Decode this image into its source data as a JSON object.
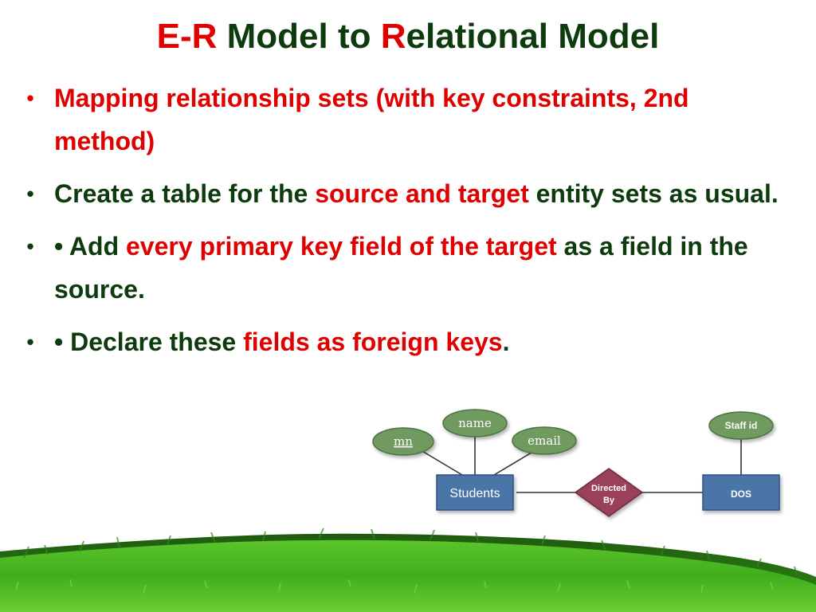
{
  "slide": {
    "title_part1": "E-R",
    "title_part2": " Model to ",
    "title_part3": "R",
    "title_part4": "elational Model",
    "bullet_char": "•",
    "bullets": [
      {
        "text": "Mapping relationship sets (with key constraints, 2nd method)"
      },
      {
        "text_a": "Create a table for the ",
        "text_b": "source and target",
        "text_c": " entity sets as usual."
      },
      {
        "text_a": "• Add ",
        "text_b": "every primary key field of the target",
        "text_c": " as a field in the source."
      },
      {
        "text_a": "• Declare these ",
        "text_b": "fields as foreign keys",
        "text_c": "."
      }
    ]
  },
  "diagram": {
    "attributes": {
      "mn": "mn",
      "name": "name",
      "email": "email",
      "staff_id": "Staff id"
    },
    "entities": {
      "students": "Students",
      "dos": "DOS"
    },
    "relationship": {
      "line1": "Directed",
      "line2": "By"
    },
    "colors": {
      "attribute_fill": "#6f9a5e",
      "entity_fill": "#4a74a8",
      "relationship_fill": "#9a4058",
      "text": "#ffffff"
    }
  },
  "colors": {
    "title_dark": "#0d3b0d",
    "highlight_red": "#e00000",
    "grass": "#3fae1c"
  }
}
